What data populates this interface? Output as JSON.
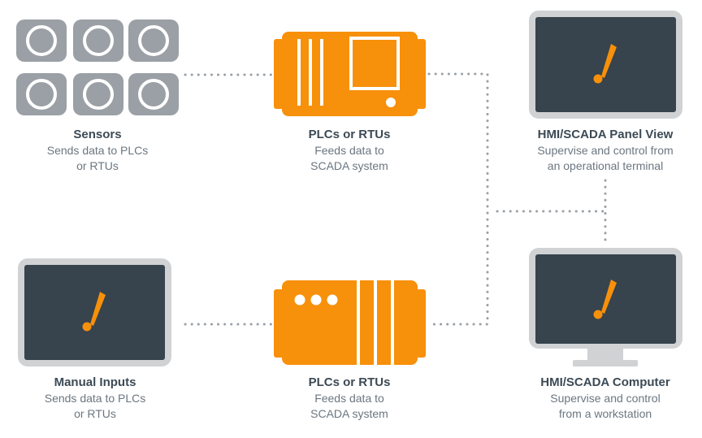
{
  "colors": {
    "sensor_gray": "#9aa0a5",
    "plc_orange": "#f7900a",
    "screen_dark": "#37434d",
    "monitor_bezel": "#d0d2d4",
    "connector_dots": "#9aa0a5",
    "title_text": "#3c4a55",
    "desc_text": "#6b7680"
  },
  "nodes": {
    "sensors": {
      "title": "Sensors",
      "desc": "Sends data to PLCs\nor RTUs",
      "icon": "sensor-grid-icon"
    },
    "plc_top": {
      "title": "PLCs or RTUs",
      "desc": "Feeds data to\nSCADA system",
      "icon": "plc-rack-icon"
    },
    "hmi_panel": {
      "title": "HMI/SCADA Panel View",
      "desc": "Supervise and control from\nan operational terminal",
      "icon": "panel-monitor-icon"
    },
    "manual_inputs": {
      "title": "Manual Inputs",
      "desc": "Sends data to PLCs\nor RTUs",
      "icon": "manual-input-monitor-icon"
    },
    "plc_bottom": {
      "title": "PLCs or RTUs",
      "desc": "Feeds data to\nSCADA system",
      "icon": "plc-module-icon"
    },
    "hmi_computer": {
      "title": "HMI/SCADA Computer",
      "desc": "Supervise and control\nfrom a workstation",
      "icon": "desktop-computer-icon"
    }
  }
}
